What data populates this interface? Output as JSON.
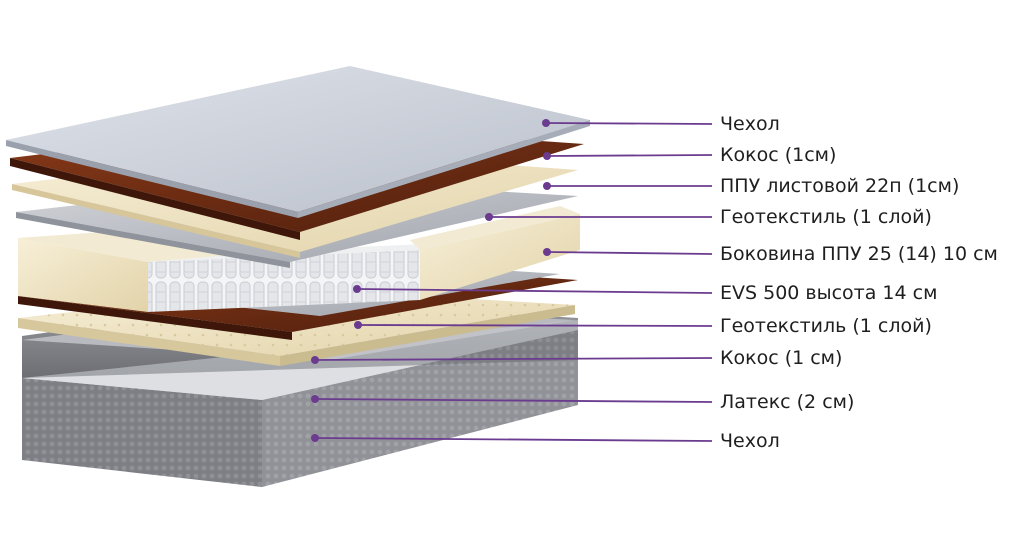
{
  "colors": {
    "leader": "#6b3b8f",
    "cover": "#c9ced7",
    "coconut": "#6b2a14",
    "foam": "#f1e6c7",
    "geotextile": "#b9bcc3",
    "side_foam": "#e2dcc4",
    "springs": "#e9ebee",
    "latex": "#f3ecd2",
    "bottom_cover": "#8a8c92"
  },
  "layers": [
    {
      "label": "Чехол"
    },
    {
      "label": "Кокос (1см)"
    },
    {
      "label": "ППУ листовой 22п (1см)"
    },
    {
      "label": "Геотекстиль (1 слой)"
    },
    {
      "label": "Боковина ППУ 25 (14) 10 см"
    },
    {
      "label": "EVS 500 высота 14 см"
    },
    {
      "label": "Геотекстиль (1 слой)"
    },
    {
      "label": "Кокос (1 см)"
    },
    {
      "label": "Латекс (2 см)"
    },
    {
      "label": "Чехол"
    }
  ]
}
